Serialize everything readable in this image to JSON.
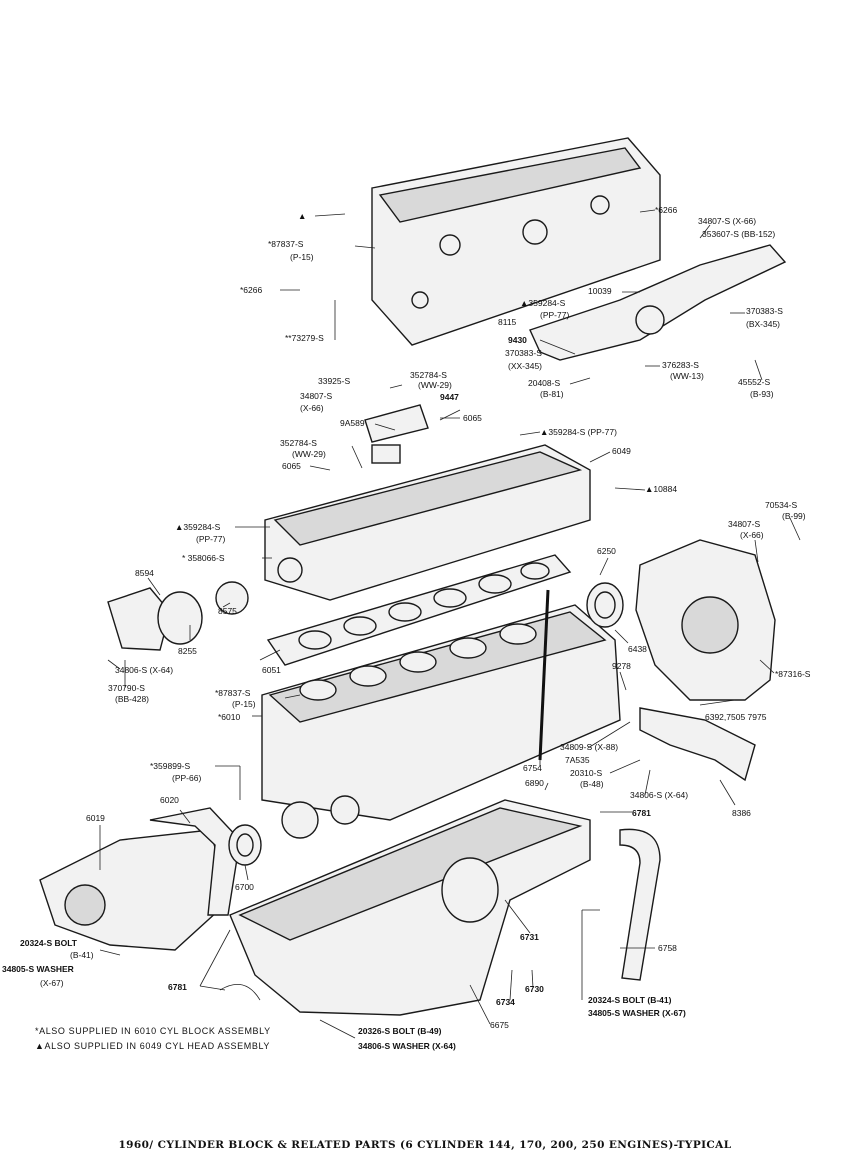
{
  "diagram": {
    "caption": "1960/ CYLINDER BLOCK & RELATED PARTS (6 CYLINDER 144, 170, 200, 250 ENGINES)-TYPICAL",
    "notes": [
      "*ALSO SUPPLIED IN 6010 CYL  BLOCK ASSEMBLY",
      "▲ALSO SUPPLIED IN 6049 CYL  HEAD ASSEMBLY"
    ],
    "labels": [
      {
        "id": "l1",
        "text": "▲"
      },
      {
        "id": "l2",
        "text": "*6266"
      },
      {
        "id": "l3",
        "text": "34807-S (X-66)"
      },
      {
        "id": "l4",
        "text": "353607-S (BB-152)"
      },
      {
        "id": "l5",
        "text": "*87837-S"
      },
      {
        "id": "l6",
        "text": "(P-15)"
      },
      {
        "id": "l7",
        "text": "*6266"
      },
      {
        "id": "l8",
        "text": "10039"
      },
      {
        "id": "l9",
        "text": "▲359284-S"
      },
      {
        "id": "l10",
        "text": "(PP-77)"
      },
      {
        "id": "l11",
        "text": "370383-S"
      },
      {
        "id": "l12",
        "text": "(BX-345)"
      },
      {
        "id": "l13",
        "text": "**73279-S"
      },
      {
        "id": "l14",
        "text": "8115"
      },
      {
        "id": "l15",
        "text": "9430"
      },
      {
        "id": "l16",
        "text": "370383-S"
      },
      {
        "id": "l17",
        "text": "(XX-345)"
      },
      {
        "id": "l18",
        "text": "376283-S"
      },
      {
        "id": "l19",
        "text": "(WW-13)"
      },
      {
        "id": "l20",
        "text": "20408-S"
      },
      {
        "id": "l21",
        "text": "(B-81)"
      },
      {
        "id": "l22",
        "text": "45552-S"
      },
      {
        "id": "l23",
        "text": "(B-93)"
      },
      {
        "id": "l24",
        "text": "33925-S"
      },
      {
        "id": "l25",
        "text": "352784-S"
      },
      {
        "id": "l26",
        "text": "(WW-29)"
      },
      {
        "id": "l27",
        "text": "34807-S"
      },
      {
        "id": "l28",
        "text": "(X-66)"
      },
      {
        "id": "l29",
        "text": "9447"
      },
      {
        "id": "l30",
        "text": "9A589"
      },
      {
        "id": "l31",
        "text": "6065"
      },
      {
        "id": "l32",
        "text": "▲359284-S (PP-77)"
      },
      {
        "id": "l33",
        "text": "352784-S"
      },
      {
        "id": "l34",
        "text": "(WW-29)"
      },
      {
        "id": "l35",
        "text": "6049"
      },
      {
        "id": "l36",
        "text": "6065"
      },
      {
        "id": "l37",
        "text": "▲10884"
      },
      {
        "id": "l38",
        "text": "▲359284-S"
      },
      {
        "id": "l39",
        "text": "(PP-77)"
      },
      {
        "id": "l40",
        "text": "70534-S"
      },
      {
        "id": "l41",
        "text": "(B-99)"
      },
      {
        "id": "l42",
        "text": "34807-S"
      },
      {
        "id": "l43",
        "text": "(X-66)"
      },
      {
        "id": "l44",
        "text": "* 358066-S"
      },
      {
        "id": "l45",
        "text": "6250"
      },
      {
        "id": "l46",
        "text": "8594"
      },
      {
        "id": "l47",
        "text": "8575"
      },
      {
        "id": "l48",
        "text": "8255"
      },
      {
        "id": "l49",
        "text": "6438"
      },
      {
        "id": "l50",
        "text": "34806-S (X-64)"
      },
      {
        "id": "l51",
        "text": "370790-S"
      },
      {
        "id": "l52",
        "text": "(BB-428)"
      },
      {
        "id": "l53",
        "text": "6051"
      },
      {
        "id": "l54",
        "text": "9278"
      },
      {
        "id": "l55",
        "text": "*87837-S"
      },
      {
        "id": "l56",
        "text": "(P-15)"
      },
      {
        "id": "l57",
        "text": "*6010"
      },
      {
        "id": "l58",
        "text": "*87316-S"
      },
      {
        "id": "l59",
        "text": "6392,7505 7975"
      },
      {
        "id": "l60",
        "text": "*359899-S"
      },
      {
        "id": "l61",
        "text": "(PP-66)"
      },
      {
        "id": "l62",
        "text": "34809-S (X-88)"
      },
      {
        "id": "l63",
        "text": "7A535"
      },
      {
        "id": "l64",
        "text": "20310-S"
      },
      {
        "id": "l65",
        "text": "(B-48)"
      },
      {
        "id": "l66",
        "text": "6754"
      },
      {
        "id": "l67",
        "text": "6890"
      },
      {
        "id": "l68",
        "text": "34806-S (X-64)"
      },
      {
        "id": "l69",
        "text": "6020"
      },
      {
        "id": "l70",
        "text": "6019"
      },
      {
        "id": "l71",
        "text": "6781"
      },
      {
        "id": "l72",
        "text": "8386"
      },
      {
        "id": "l73",
        "text": "6700"
      },
      {
        "id": "l74",
        "text": "6731"
      },
      {
        "id": "l75",
        "text": "20324-S BOLT"
      },
      {
        "id": "l76",
        "text": "(B-41)"
      },
      {
        "id": "l77",
        "text": "34805-S WASHER"
      },
      {
        "id": "l78",
        "text": "(X-67)"
      },
      {
        "id": "l79",
        "text": "6758"
      },
      {
        "id": "l80",
        "text": "6781"
      },
      {
        "id": "l81",
        "text": "6734"
      },
      {
        "id": "l82",
        "text": "6730"
      },
      {
        "id": "l83",
        "text": "6675"
      },
      {
        "id": "l84",
        "text": "20324-S BOLT (B-41)"
      },
      {
        "id": "l85",
        "text": "34805-S WASHER (X-67)"
      },
      {
        "id": "l86",
        "text": "20326-S BOLT (B-49)"
      },
      {
        "id": "l87",
        "text": "34806-S WASHER (X-64)"
      }
    ]
  }
}
